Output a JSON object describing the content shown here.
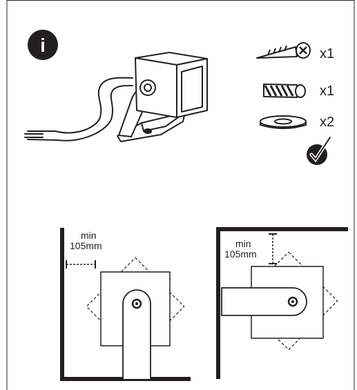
{
  "info_badge": {
    "glyph": "i",
    "icon": "info-icon"
  },
  "parts": [
    {
      "name": "screw",
      "icon": "screw-icon",
      "quantity": "x1"
    },
    {
      "name": "wall-plug",
      "icon": "wall-plug-icon",
      "quantity": "x1"
    },
    {
      "name": "washer",
      "icon": "washer-icon",
      "quantity": "x2"
    }
  ],
  "check": {
    "icon": "checkmark-icon"
  },
  "diagrams": {
    "left": {
      "min_label": "min",
      "distance_label": "105mm"
    },
    "right": {
      "min_label": "min",
      "distance_label": "105mm"
    }
  },
  "colors": {
    "ink": "#231f20",
    "background": "#ffffff"
  }
}
